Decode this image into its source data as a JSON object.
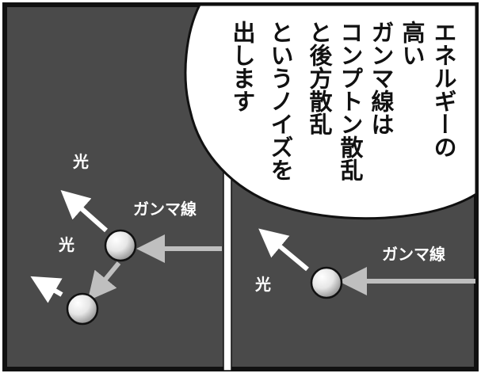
{
  "speech_lines": [
    "エネルギーの",
    "高い",
    "ガンマ線は",
    "コンプトン散乱",
    "と後方散乱",
    "というノイズを",
    "出します"
  ],
  "left_panel": {
    "gamma_label": "ガンマ線",
    "light_label_top": "光",
    "light_label_bottom": "光"
  },
  "right_panel": {
    "gamma_label": "ガンマ線",
    "light_label": "光"
  },
  "colors": {
    "panel_bg": "#4a4a4a",
    "border": "#111111",
    "bubble": "#ffffff",
    "arrow_white": "#ffffff",
    "arrow_gray": "#bfbfbf"
  }
}
